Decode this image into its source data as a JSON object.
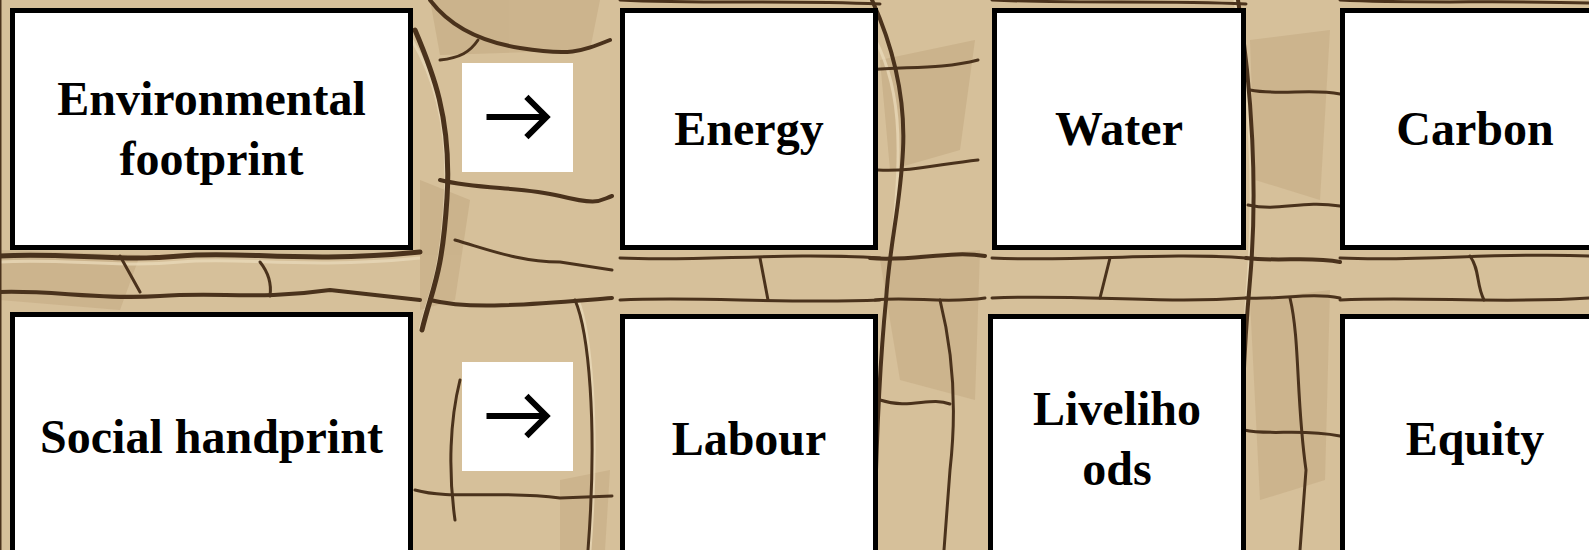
{
  "diagram": {
    "nodes": [
      {
        "text": [
          "Environmental footprint"
        ]
      },
      {
        "text": [
          "Energy"
        ]
      },
      {
        "text": [
          "Water"
        ]
      },
      {
        "text": [
          "Carbon"
        ]
      },
      {
        "text": [
          "Social handprint"
        ]
      },
      {
        "text": [
          "Labour"
        ]
      },
      {
        "text": [
          "Liveliho ods"
        ]
      },
      {
        "text": [
          "Equity"
        ]
      }
    ],
    "edges": [
      {
        "from": 0,
        "to": 1,
        "arrow": "to"
      },
      {
        "from": 4,
        "to": 5,
        "arrow": "to"
      }
    ]
  }
}
